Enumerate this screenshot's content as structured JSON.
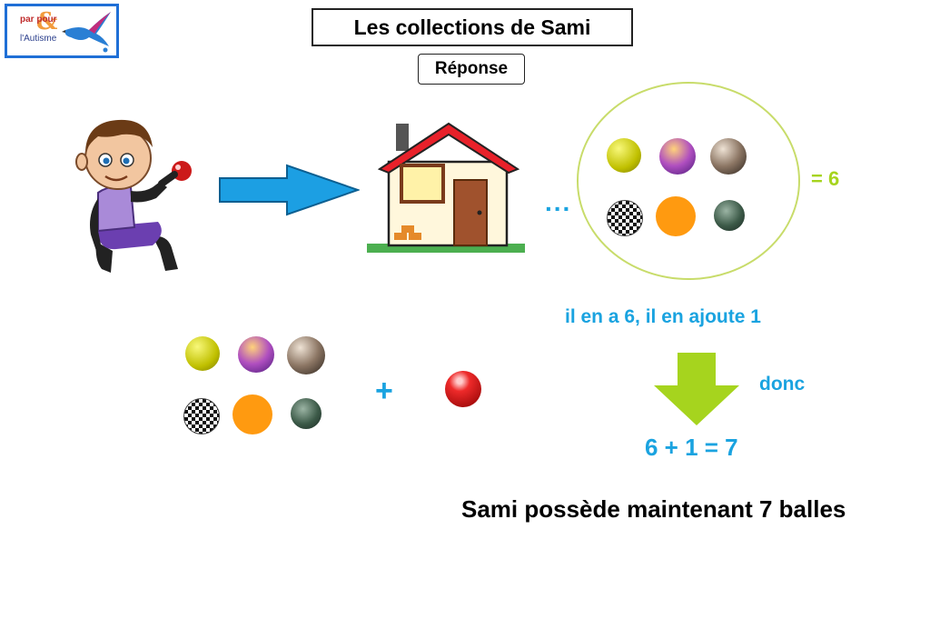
{
  "logo": {
    "line1": "par  pour",
    "ampersand": "&",
    "line2": "l'Autisme"
  },
  "title": "Les collections de Sami",
  "subtitle": "Réponse",
  "ellipsis": "...",
  "collection_total": "= 6",
  "phrase": "il en a 6, il en ajoute 1",
  "plus_sign": "+",
  "donc": "donc",
  "equation": "6 + 1 = 7",
  "conclusion": "Sami possède maintenant 7 balles",
  "colors": {
    "accent_blue": "#1aa3e0",
    "accent_green": "#a6d41e",
    "logo_border": "#1f6fd6"
  },
  "icons": [
    "boy-icon",
    "arrow-right-icon",
    "house-icon",
    "arrow-down-icon",
    "ball-icon"
  ]
}
